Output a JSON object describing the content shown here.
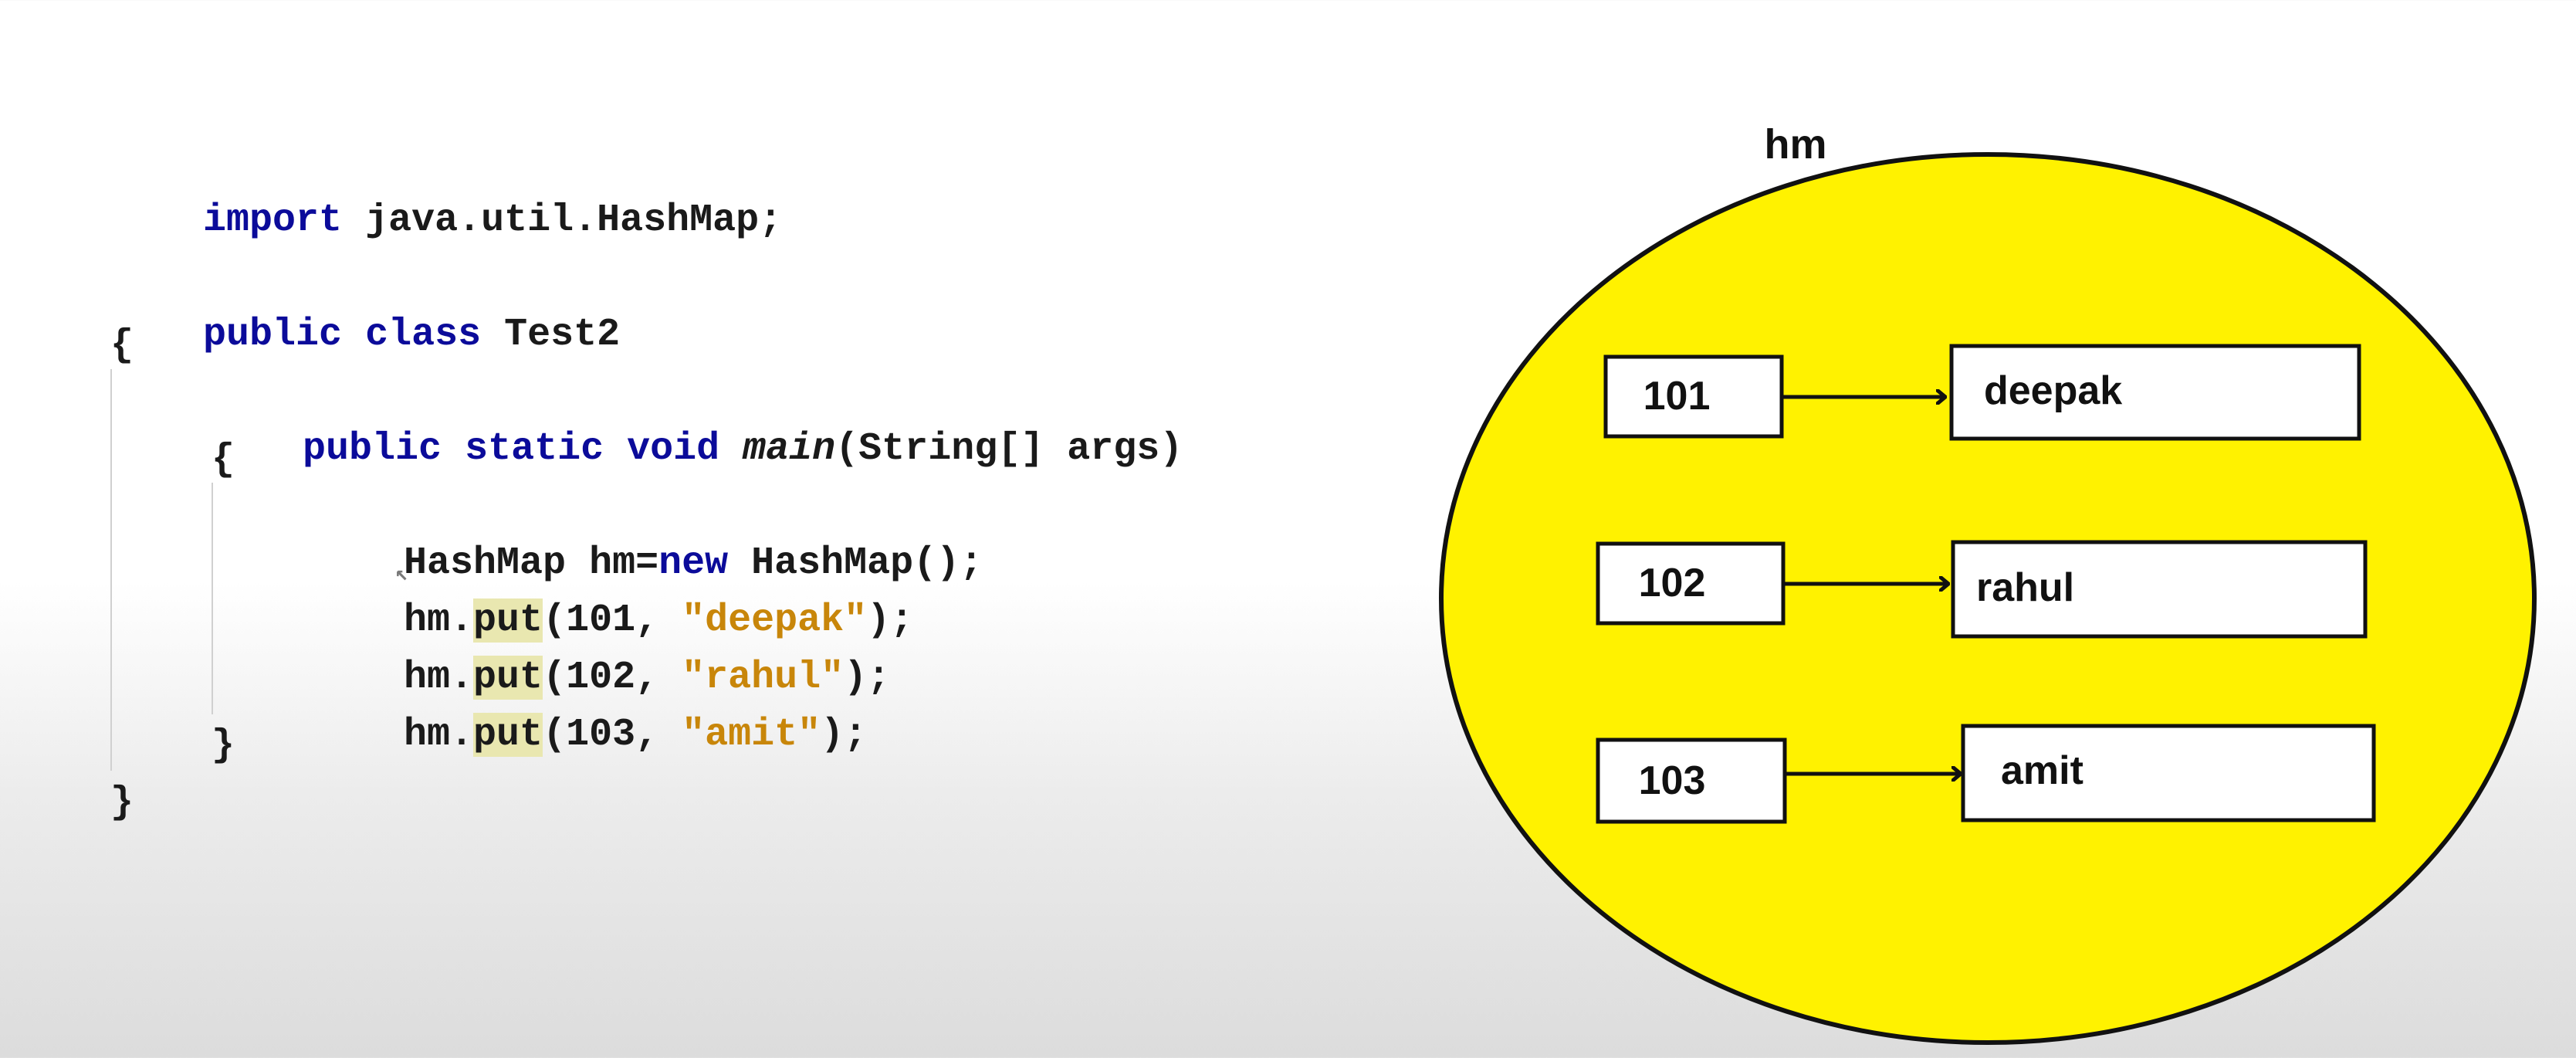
{
  "code": {
    "line1": {
      "kw": "import",
      "rest": " java.util.HashMap;"
    },
    "line2": {
      "kw1": "public",
      "kw2": " class",
      "rest": " Test2"
    },
    "line3": "{",
    "line4": {
      "kw1": "public",
      "kw2": " static",
      "kw3": " void",
      "method": " main",
      "rest": "(String[] args)"
    },
    "line5": "{",
    "line6": {
      "pre": "HashMap hm=",
      "kw": "new",
      "post": " HashMap();"
    },
    "puts": [
      {
        "obj": "hm.",
        "method": "put",
        "args_pre": "(101, ",
        "str": "\"deepak\"",
        "args_post": ");"
      },
      {
        "obj": "hm.",
        "method": "put",
        "args_pre": "(102, ",
        "str": "\"rahul\"",
        "args_post": ");"
      },
      {
        "obj": "hm.",
        "method": "put",
        "args_pre": "(103, ",
        "str": "\"amit\"",
        "args_post": ");"
      }
    ],
    "line10": "}",
    "line11": "}"
  },
  "diagram": {
    "label": "hm",
    "fill_color": "#fff200",
    "entries": [
      {
        "key": "101",
        "value": "deepak"
      },
      {
        "key": "102",
        "value": "rahul"
      },
      {
        "key": "103",
        "value": "amit"
      }
    ]
  }
}
